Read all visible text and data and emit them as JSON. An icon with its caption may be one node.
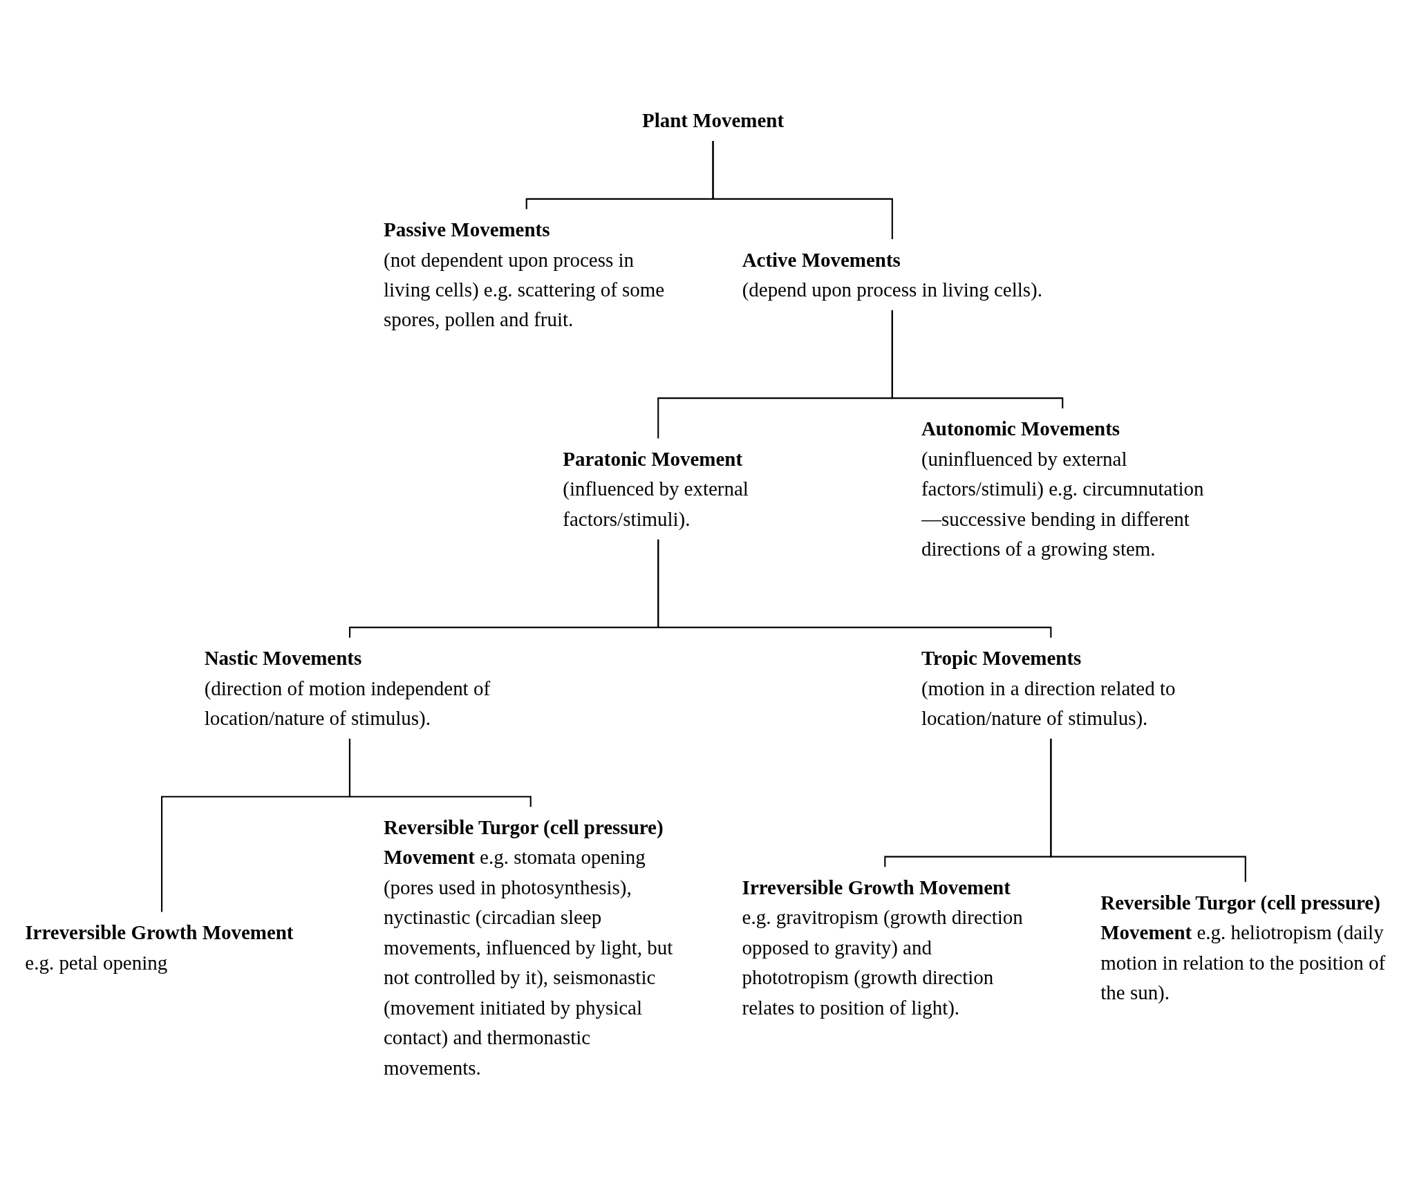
{
  "diagram": {
    "nodes": [
      {
        "text": [
          "Plant Movement"
        ]
      },
      {
        "text": [
          "Passive Movements",
          "(not dependent upon process in living cells) e.g. scattering of some spores, pollen and fruit."
        ]
      },
      {
        "text": [
          "Active Movements",
          "(depend upon process in living cells)."
        ]
      },
      {
        "text": [
          "Paratonic Movement",
          "(influenced by external factors/stimuli)."
        ]
      },
      {
        "text": [
          "Autonomic Movements",
          "(uninfluenced by external factors/stimuli) e.g. circumnutation—successive bending in different directions of a growing stem."
        ]
      },
      {
        "text": [
          "Nastic Movements",
          "(direction of motion independent of location/nature of stimulus)."
        ]
      },
      {
        "text": [
          "Tropic Movements",
          "(motion in a direction related to location/nature of stimulus)."
        ]
      },
      {
        "text": [
          "**Irreversible Growth Movement** e.g. petal opening"
        ]
      },
      {
        "text": [
          "**Reversible Turgor (cell pressure) Movement** e.g. stomata opening (pores used in photosynthesis), nyctinastic (circadian sleep movements, influenced by light, but not controlled by it), seismonastic (movement initiated by physical contact) and thermonastic movements."
        ]
      },
      {
        "text": [
          "**Irreversible Growth Movement** e.g. gravitropism (growth direction opposed to gravity) and phototropism (growth direction relates to position of light)."
        ]
      },
      {
        "text": [
          "**Reversible Turgor (cell pressure) Movement** e.g. heliotropism (daily motion in relation to the position of the sun)."
        ]
      }
    ],
    "edges": [
      {
        "from": 0,
        "to": 1,
        "arrow": "none"
      },
      {
        "from": 0,
        "to": 2,
        "arrow": "none"
      },
      {
        "from": 2,
        "to": 3,
        "arrow": "none"
      },
      {
        "from": 2,
        "to": 4,
        "arrow": "none"
      },
      {
        "from": 3,
        "to": 5,
        "arrow": "none"
      },
      {
        "from": 3,
        "to": 6,
        "arrow": "none"
      },
      {
        "from": 5,
        "to": 7,
        "arrow": "none"
      },
      {
        "from": 5,
        "to": 8,
        "arrow": "none"
      },
      {
        "from": 6,
        "to": 9,
        "arrow": "none"
      },
      {
        "from": 6,
        "to": 10,
        "arrow": "none"
      }
    ]
  }
}
